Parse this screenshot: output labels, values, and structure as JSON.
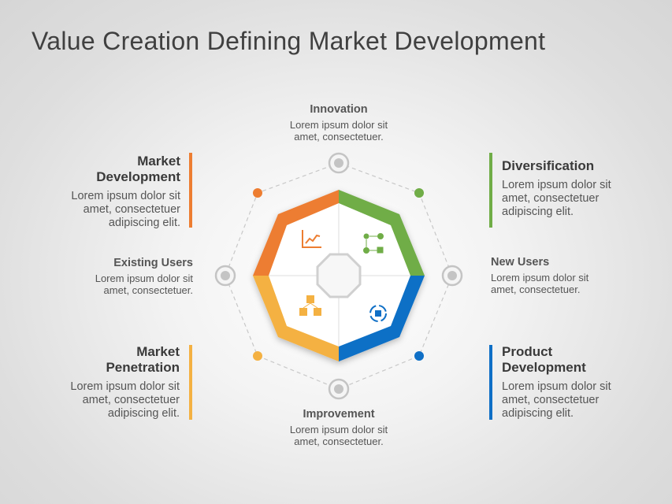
{
  "title": "Value Creation Defining Market Development",
  "colors": {
    "orange": "#ED7D31",
    "green": "#70AD47",
    "yellow": "#F4B142",
    "blue": "#0F6FC6"
  },
  "quadrants": [
    {
      "heading_l1": "Market",
      "heading_l2": "Development",
      "text": "Lorem ipsum dolor sit amet, consectetuer adipiscing elit.",
      "icon": "growth-chart-icon"
    },
    {
      "heading_l1": "Diversification",
      "heading_l2": "",
      "text": "Lorem ipsum dolor sit amet, consectetuer adipiscing elit.",
      "icon": "flow-process-icon"
    },
    {
      "heading_l1": "Market",
      "heading_l2": "Penetration",
      "text": "Lorem ipsum dolor sit amet, consectetuer adipiscing elit.",
      "icon": "boxes-network-icon"
    },
    {
      "heading_l1": "Product",
      "heading_l2": "Development",
      "text": "Lorem ipsum dolor sit amet, consectetuer adipiscing elit.",
      "icon": "box-cycle-icon"
    }
  ],
  "axes": {
    "top": {
      "label": "Innovation",
      "text": "Lorem ipsum dolor sit amet, consectetuer."
    },
    "left": {
      "label": "Existing Users",
      "text": "Lorem ipsum dolor sit amet, consectetuer."
    },
    "right": {
      "label": "New Users",
      "text": "Lorem ipsum dolor sit amet, consectetuer."
    },
    "bottom": {
      "label": "Improvement",
      "text": "Lorem ipsum dolor sit amet, consectetuer."
    }
  }
}
